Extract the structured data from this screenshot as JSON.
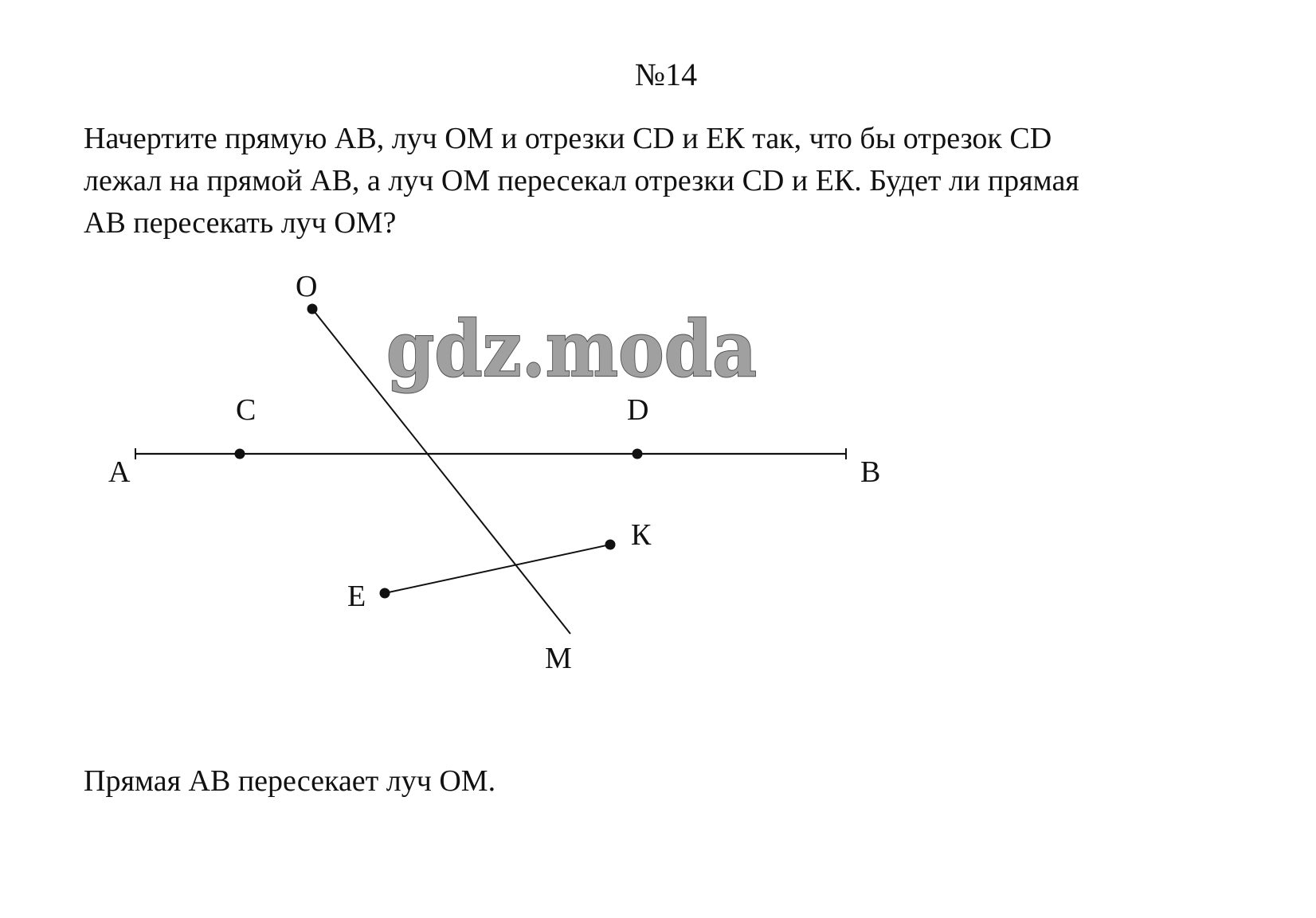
{
  "problem_number": "№14",
  "task_lines": [
    "Начертите прямую АВ, луч ОМ и отрезки CD и ЕК так, что бы отрезок CD",
    "лежал на прямой АВ, а луч ОМ пересекал отрезки CD и ЕК. Будет ли прямая",
    "АВ пересекать луч ОМ?"
  ],
  "figure_labels": {
    "O": "O",
    "C": "C",
    "D": "D",
    "A": "A",
    "B": "B",
    "K": "К",
    "E": "E",
    "M": "M"
  },
  "watermark": "gdz.moda",
  "answer": "Прямая АВ пересекает луч ОМ."
}
